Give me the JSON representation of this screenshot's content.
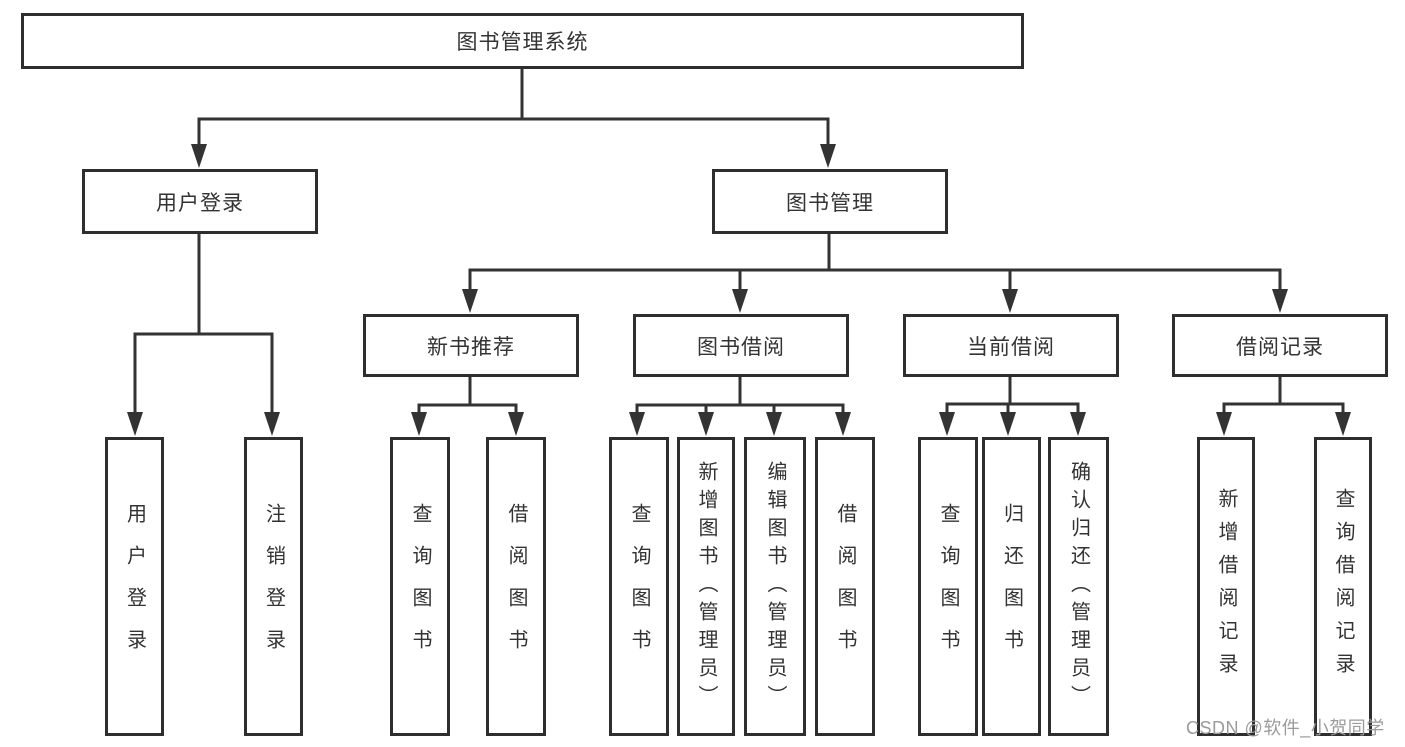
{
  "diagram": {
    "tree": {
      "label": "图书管理系统",
      "children": [
        {
          "label": "用户登录",
          "children": [
            {
              "label": "用户登录"
            },
            {
              "label": "注销登录"
            }
          ]
        },
        {
          "label": "图书管理",
          "children": [
            {
              "label": "新书推荐",
              "children": [
                {
                  "label": "查询图书"
                },
                {
                  "label": "借阅图书"
                }
              ]
            },
            {
              "label": "图书借阅",
              "children": [
                {
                  "label": "查询图书"
                },
                {
                  "label": "新增图书（管理员）"
                },
                {
                  "label": "编辑图书（管理员）"
                },
                {
                  "label": "借阅图书"
                }
              ]
            },
            {
              "label": "当前借阅",
              "children": [
                {
                  "label": "查询图书"
                },
                {
                  "label": "归还图书"
                },
                {
                  "label": "确认归还（管理员）"
                }
              ]
            },
            {
              "label": "借阅记录",
              "children": [
                {
                  "label": "新增借阅记录"
                },
                {
                  "label": "查询借阅记录"
                }
              ]
            }
          ]
        }
      ]
    },
    "colors": {
      "line": "#333333",
      "box_border": "#2e2e2e",
      "text": "#333333",
      "watermark": "#9b9b9b",
      "background": "#ffffff"
    }
  },
  "watermark": {
    "text": "CSDN @软件_小贺同学"
  }
}
